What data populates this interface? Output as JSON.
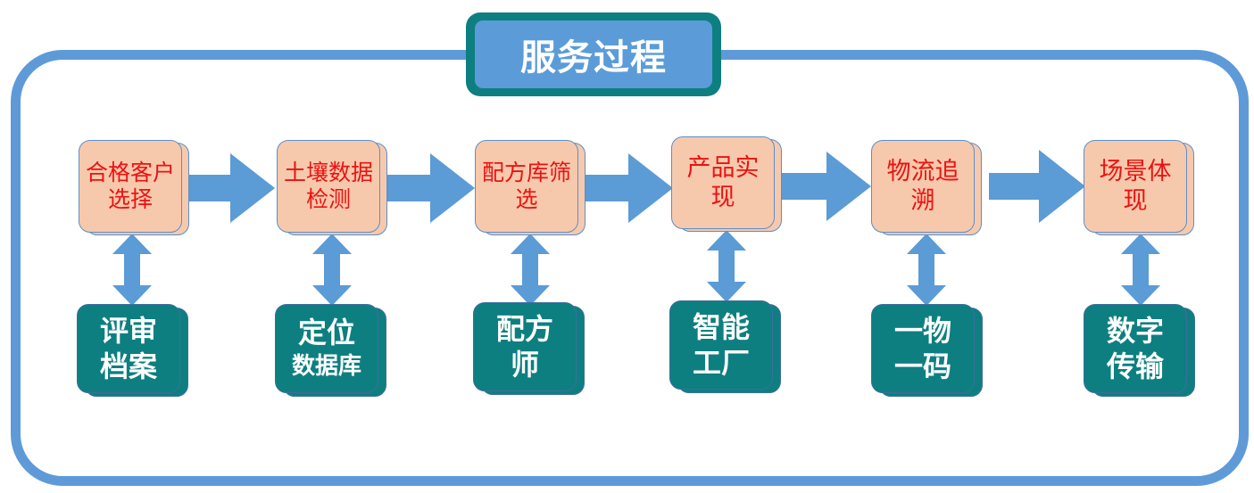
{
  "title": "服务过程",
  "steps": [
    {
      "label": "合格客户选择"
    },
    {
      "label": "土壤数据检测"
    },
    {
      "label": "配方库筛选"
    },
    {
      "label": "产品实现"
    },
    {
      "label": "物流追溯"
    },
    {
      "label": "场景体现"
    }
  ],
  "tools": [
    {
      "line1": "评审",
      "line2": "档案"
    },
    {
      "line1": "定位",
      "line2": "数据库"
    },
    {
      "line1": "配方",
      "line2": "师"
    },
    {
      "line1": "智能",
      "line2": "工厂"
    },
    {
      "line1": "一物",
      "line2": "一码"
    },
    {
      "line1": "数字",
      "line2": "传输"
    }
  ],
  "colors": {
    "frame": "#5f9ad8",
    "title_outer": "#0e7f80",
    "title_inner": "#5b9cd8",
    "step_fill": "#f7c9ac",
    "step_text": "#ee1111",
    "tool_fill": "#0e7f80",
    "arrow": "#5b9bd6"
  }
}
